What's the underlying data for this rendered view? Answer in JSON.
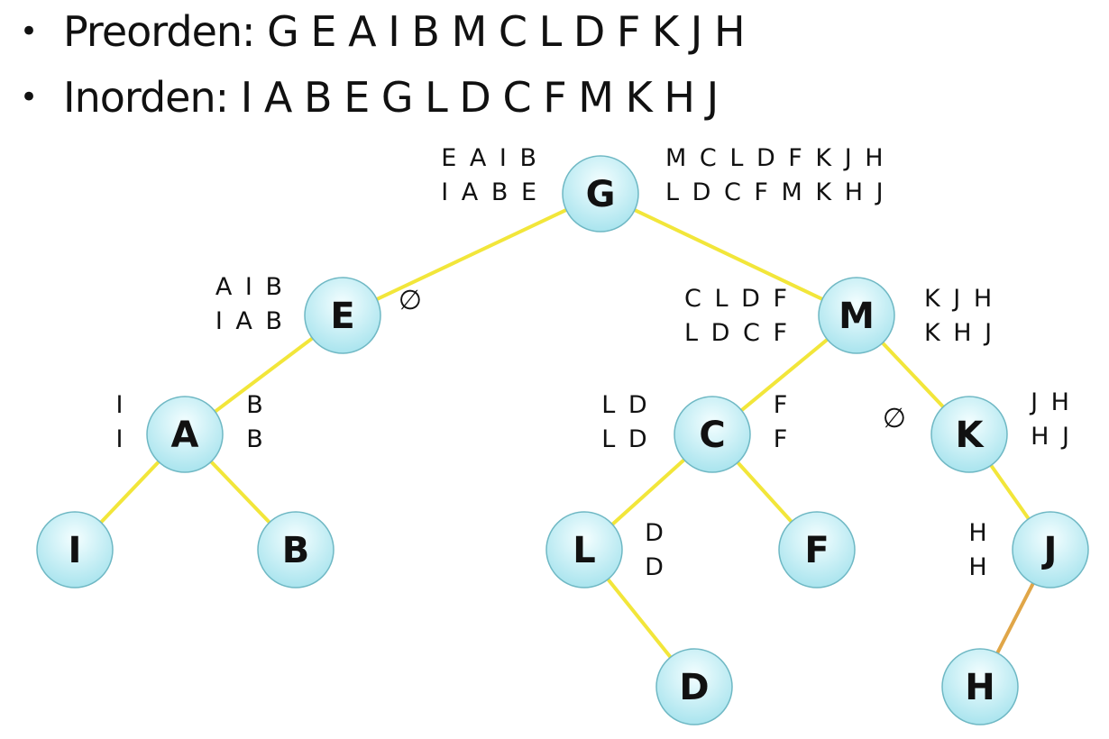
{
  "traversals": {
    "preorder": "Preorden: G E A I B M C L D F K J H",
    "inorder": "Inorden: I A B E G L D C F M K H J"
  },
  "tree": {
    "nodes": [
      {
        "id": "G",
        "label": "G"
      },
      {
        "id": "E",
        "label": "E"
      },
      {
        "id": "M",
        "label": "M"
      },
      {
        "id": "A",
        "label": "A"
      },
      {
        "id": "C",
        "label": "C"
      },
      {
        "id": "K",
        "label": "K"
      },
      {
        "id": "I",
        "label": "I"
      },
      {
        "id": "B",
        "label": "B"
      },
      {
        "id": "L",
        "label": "L"
      },
      {
        "id": "F",
        "label": "F"
      },
      {
        "id": "J",
        "label": "J"
      },
      {
        "id": "D",
        "label": "D"
      },
      {
        "id": "H",
        "label": "H"
      }
    ],
    "edges": [
      {
        "from": "G",
        "to": "E"
      },
      {
        "from": "G",
        "to": "M"
      },
      {
        "from": "E",
        "to": "A"
      },
      {
        "from": "A",
        "to": "I"
      },
      {
        "from": "A",
        "to": "B"
      },
      {
        "from": "M",
        "to": "C"
      },
      {
        "from": "M",
        "to": "K"
      },
      {
        "from": "C",
        "to": "L"
      },
      {
        "from": "C",
        "to": "F"
      },
      {
        "from": "L",
        "to": "D"
      },
      {
        "from": "K",
        "to": "J"
      },
      {
        "from": "J",
        "to": "H",
        "style": "orange"
      }
    ],
    "annotations": [
      {
        "id": "G-left",
        "lines": [
          "E A I B",
          "I A B E"
        ]
      },
      {
        "id": "G-right",
        "lines": [
          "M C L D F K J H",
          "L D C F M K H J"
        ]
      },
      {
        "id": "E-left",
        "lines": [
          "A I B",
          "I A B"
        ]
      },
      {
        "id": "M-left",
        "lines": [
          "C L D F",
          "L D C F"
        ]
      },
      {
        "id": "M-right",
        "lines": [
          "K J H",
          "K H J"
        ]
      },
      {
        "id": "A-left",
        "lines": [
          "I",
          "I"
        ]
      },
      {
        "id": "A-right",
        "lines": [
          "B",
          "B"
        ]
      },
      {
        "id": "C-left",
        "lines": [
          "L D",
          "L D"
        ]
      },
      {
        "id": "C-right",
        "lines": [
          "F",
          "F"
        ]
      },
      {
        "id": "K-right",
        "lines": [
          "J H",
          "H J"
        ]
      },
      {
        "id": "L-right",
        "lines": [
          "D",
          "D"
        ]
      },
      {
        "id": "J-left",
        "lines": [
          "H",
          "H"
        ]
      }
    ],
    "empty_marks": [
      {
        "id": "E-right-empty",
        "symbol": "∅"
      },
      {
        "id": "K-left-empty",
        "symbol": "∅"
      }
    ]
  },
  "colors": {
    "edge": "#f2e63a",
    "edge_orange": "#e0a648",
    "node_fill_top": "#f4feff",
    "node_fill_bottom": "#a9e4ee",
    "node_stroke": "#6fb8c4"
  }
}
